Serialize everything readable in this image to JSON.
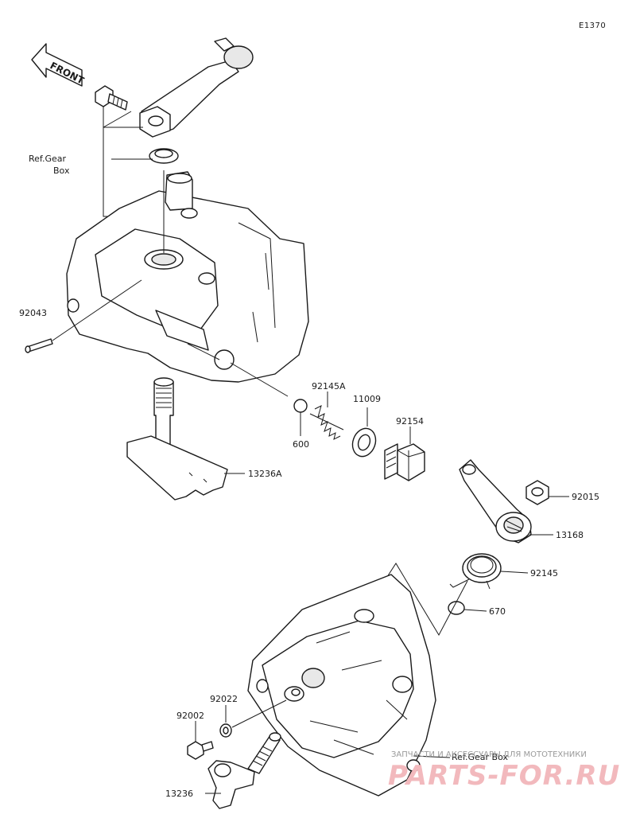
{
  "diagram_code": "E1370",
  "front_label": "FRONT",
  "ref_gear_box_top": [
    "Ref.Gear",
    "Box"
  ],
  "ref_gear_box_bottom": "Ref.Gear Box",
  "parts": {
    "p92043": "92043",
    "p92145A": "92145A",
    "p11009": "11009",
    "p92154": "92154",
    "p600": "600",
    "p13236A": "13236A",
    "p92015": "92015",
    "p13168": "13168",
    "p92145": "92145",
    "p670": "670",
    "p92022": "92022",
    "p92002": "92002",
    "p13236": "13236"
  },
  "watermark": {
    "tagline": "ЗАПЧАСТИ И АКСЕССУАРЫ ДЛЯ МОТОТЕХНИКИ",
    "brand": "PARTS-FOR.RU"
  }
}
